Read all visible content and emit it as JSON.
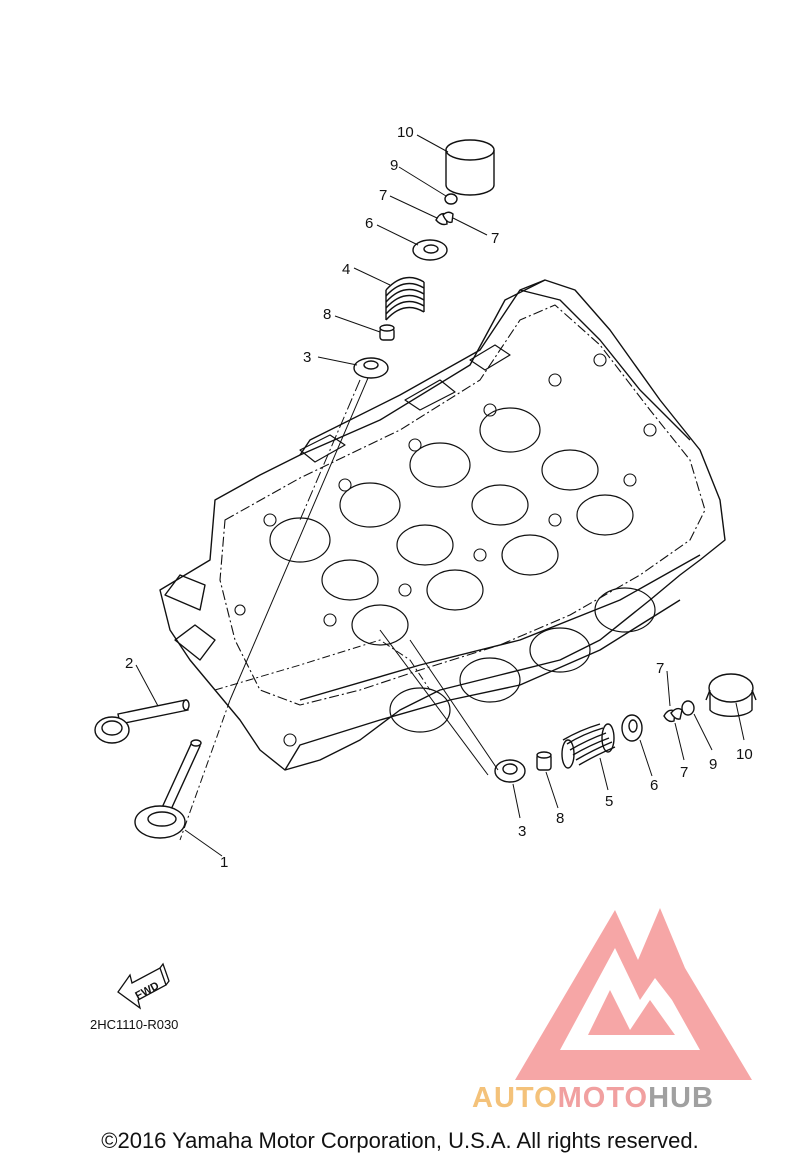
{
  "diagram": {
    "part_labels": {
      "top": [
        "10",
        "9",
        "7",
        "7",
        "6",
        "4",
        "8",
        "3"
      ],
      "left": [
        "2",
        "1"
      ],
      "bottom": [
        "7",
        "3",
        "8",
        "5",
        "6",
        "7",
        "9",
        "10"
      ]
    },
    "fwd_label": "FWD",
    "drawing_code": "2HC1110-R030"
  },
  "watermark": {
    "brand_part1": "AUTO",
    "brand_part2": "MOTO",
    "brand_part3": "HUB",
    "colors": {
      "orange": "#f4c27a",
      "pink": "#f1a0a0",
      "gray": "#a0a0a0"
    }
  },
  "footer": {
    "copyright": "©2016 Yamaha Motor Corporation, U.S.A. All rights reserved."
  }
}
